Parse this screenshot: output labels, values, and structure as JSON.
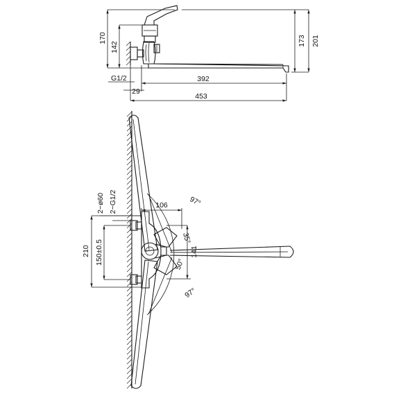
{
  "top_view": {
    "height_170": "170",
    "height_142": "142",
    "height_173": "173",
    "height_201": "201",
    "thread": "G1/2",
    "offset_29": "29",
    "spout_392": "392",
    "total_453": "453"
  },
  "front_view": {
    "angle_97_top": "97°",
    "angle_97_bottom": "97°",
    "dia_60": "2−ø60",
    "thread_pair": "2−G1/2",
    "width_106": "106",
    "angle_35": "35°",
    "angle_50": "50°",
    "height_141": "141",
    "height_210": "210",
    "centres_150": "150±0.5"
  }
}
